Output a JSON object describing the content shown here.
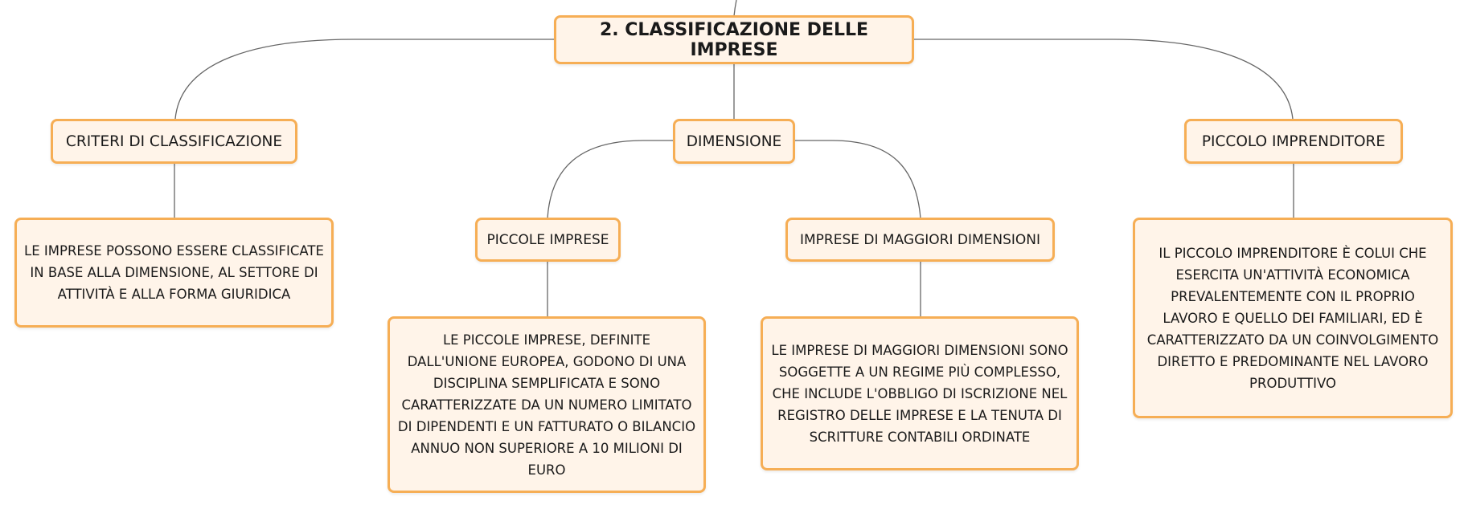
{
  "mindmap": {
    "root": {
      "label": "2. Classificazione delle imprese"
    },
    "criteri": {
      "label": "Criteri di classificazione",
      "description": "Le imprese possono essere classificate in base alla dimensione, al settore di attività e alla forma giuridica"
    },
    "dimensione": {
      "label": "Dimensione",
      "piccole": {
        "label": "Piccole imprese",
        "description": "Le piccole imprese, definite dall'Unione Europea, godono di una disciplina semplificata e sono caratterizzate da un numero limitato di dipendenti e un fatturato o bilancio annuo non superiore a 10 milioni di euro"
      },
      "maggiori": {
        "label": "Imprese di maggiori dimensioni",
        "description": "Le imprese di maggiori dimensioni sono soggette a un regime più complesso, che include l'obbligo di iscrizione nel registro delle imprese e la tenuta di scritture contabili ordinate"
      }
    },
    "piccolo_imprenditore": {
      "label": "Piccolo imprenditore",
      "description": "Il piccolo imprenditore è colui che esercita un'attività economica prevalentemente con il proprio lavoro e quello dei familiari, ed è caratterizzato da un coinvolgimento diretto e predominante nel lavoro produttivo"
    }
  }
}
